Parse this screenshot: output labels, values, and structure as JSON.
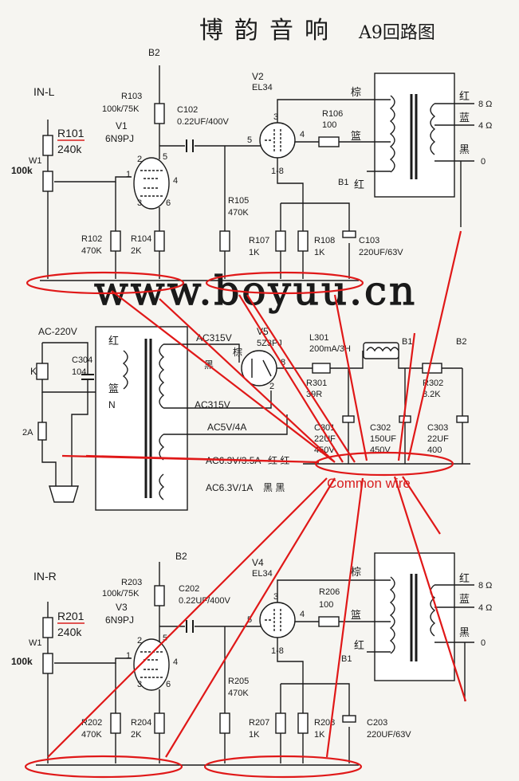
{
  "title": "博韵音响",
  "subtitle": "A9回路图",
  "watermark": "www.boyuu.cn",
  "annotation": "Common wire",
  "colors": {
    "ink": "#1a1a1a",
    "annotation": "#e01818",
    "paper": "#f6f5f1"
  },
  "left_channel": {
    "input": "IN-L",
    "b2": "B2",
    "r101": "R101",
    "r101_val": "240k",
    "w1": "W1",
    "w1_val": "100k",
    "r103": "R103",
    "r103_val": "100k/75K",
    "v1": "V1",
    "v1_type": "6N9PJ",
    "c102": "C102",
    "c102_val": "0.22UF/400V",
    "r102": "R102",
    "r102_val": "470K",
    "r104": "R104",
    "r104_val": "2K",
    "r105": "R105",
    "r105_val": "470K",
    "v2": "V2",
    "v2_type": "EL34",
    "r106": "R106",
    "r106_val": "100",
    "r107": "R107",
    "r107_val": "1K",
    "r108": "R108",
    "r108_val": "1K",
    "c103": "C103",
    "c103_val": "220UF/63V",
    "b1": "B1",
    "red": "红",
    "brown": "棕",
    "blue": "篮",
    "out_red": "红",
    "out_blue": "蓝",
    "out_black": "黑",
    "tap_8": "8 Ω",
    "tap_4": "4 Ω",
    "tap_0": "0",
    "pin_1": "1",
    "pin_2": "2",
    "pin_3": "3",
    "pin_4": "4",
    "pin_5": "5",
    "pin_6": "6",
    "pin_18": "1-8"
  },
  "power": {
    "ac": "AC-220V",
    "k": "K",
    "c304": "C304",
    "c304_val": "104",
    "fuse": "2A",
    "n": "N",
    "red": "红",
    "blue": "篮",
    "brown": "棕",
    "black": "黑",
    "ac315_a": "AC315V",
    "ac315_b": "AC315V",
    "ac5": "AC5V/4A",
    "ac63_a": "AC6.3V/3.5A",
    "ac63_b": "AC6.3V/1A",
    "ac63_a_colors": "红  红",
    "ac63_b_colors": "黑  黑",
    "v5": "V5",
    "v5_type": "5Z3PJ",
    "l301": "L301",
    "l301_val": "200mA/3H",
    "r301": "R301",
    "r301_val": "39R",
    "r302": "R302",
    "r302_val": "8.2K",
    "c301": "C301",
    "c301_val_a": "22UF",
    "c301_val_b": "450V",
    "c302": "C302",
    "c302_val_a": "150UF",
    "c302_val_b": "450V",
    "c303": "C303",
    "c303_val_a": "22UF",
    "c303_val_b": "400",
    "b1": "B1",
    "b2": "B2",
    "pin_2": "2",
    "pin_8": "8"
  },
  "right_channel": {
    "input": "IN-R",
    "b2": "B2",
    "r201": "R201",
    "r201_val": "240k",
    "w1": "W1",
    "w1_val": "100k",
    "r203": "R203",
    "r203_val": "100k/75K",
    "v3": "V3",
    "v3_type": "6N9PJ",
    "c202": "C202",
    "c202_val": "0.22UF/400V",
    "r202": "R202",
    "r202_val": "470K",
    "r204": "R204",
    "r204_val": "2K",
    "r205": "R205",
    "r205_val": "470K",
    "v4": "V4",
    "v4_type": "EL34",
    "r206": "R206",
    "r206_val": "100",
    "r207": "R207",
    "r207_val": "1K",
    "r208": "R208",
    "r208_val": "1K",
    "c203": "C203",
    "c203_val": "220UF/63V",
    "b1": "B1",
    "red": "红",
    "brown": "棕",
    "blue": "篮",
    "out_red": "红",
    "out_blue": "蓝",
    "out_black": "黑",
    "tap_8": "8 Ω",
    "tap_4": "4 Ω",
    "tap_0": "0",
    "pin_1": "1",
    "pin_2": "2",
    "pin_3": "3",
    "pin_4": "4",
    "pin_5": "5",
    "pin_6": "6",
    "pin_18": "1-8"
  }
}
